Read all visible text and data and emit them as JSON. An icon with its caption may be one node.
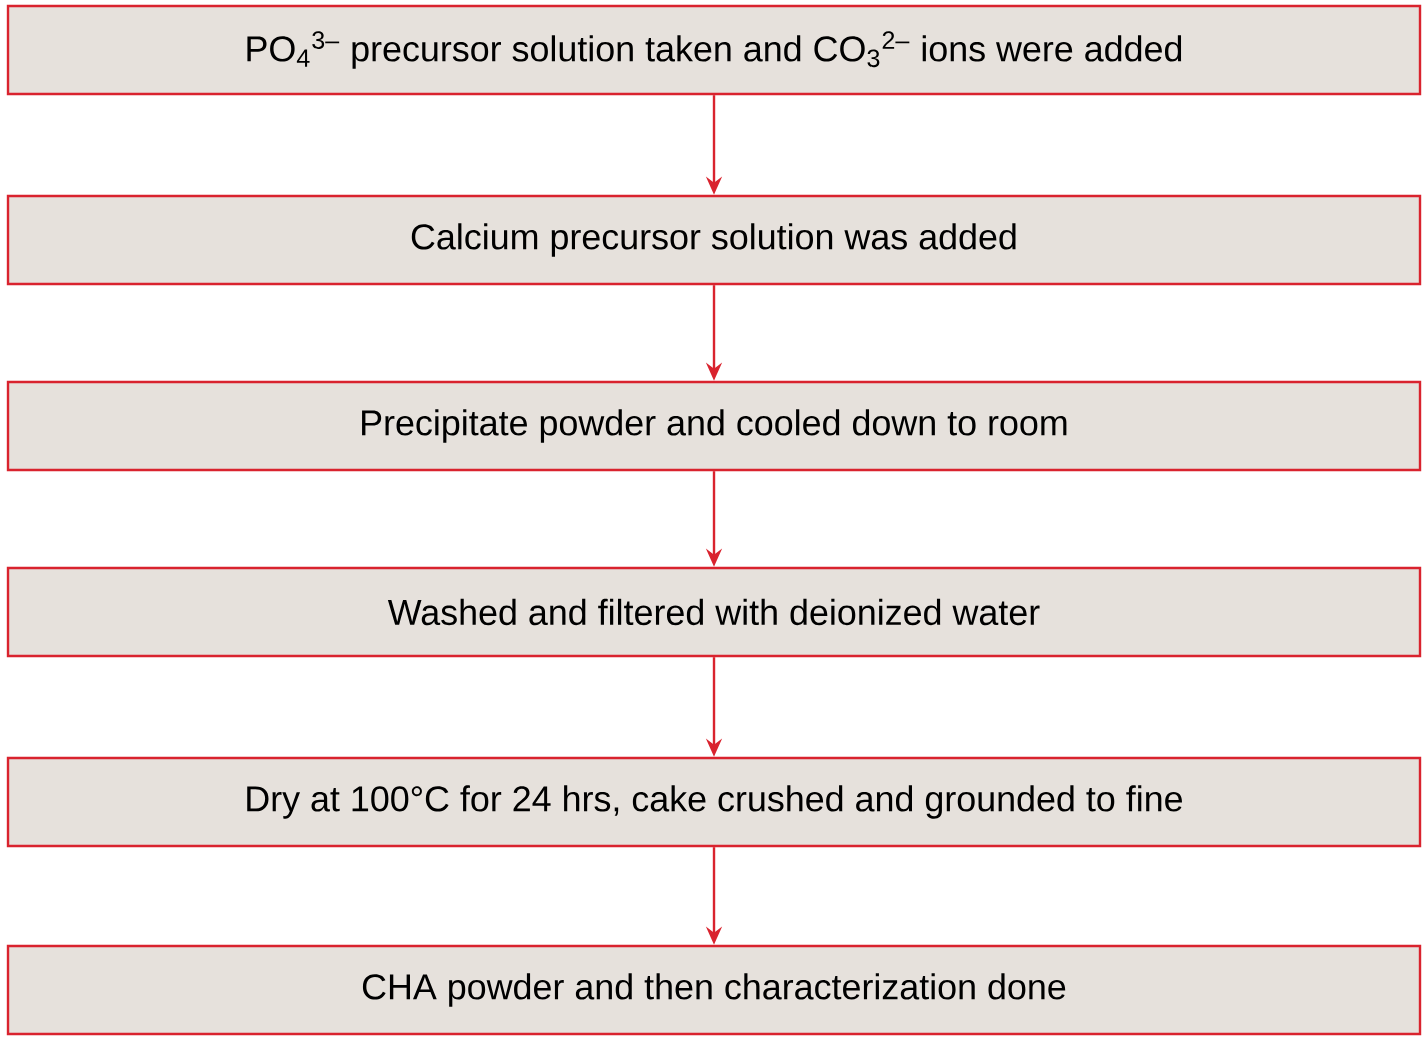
{
  "diagram": {
    "nodes": [
      {
        "text": [
          "PO$_{4}$$^{3–}$ precursor solution taken and CO$_{3}$$^{2–}$ ions were added"
        ]
      },
      {
        "text": [
          "Calcium precursor solution was added"
        ]
      },
      {
        "text": [
          "Precipitate powder and cooled down to room"
        ]
      },
      {
        "text": [
          "Washed and filtered with deionized water"
        ]
      },
      {
        "text": [
          "Dry at 100°C for 24 hrs, cake crushed and grounded to fine"
        ]
      },
      {
        "text": [
          "CHA powder and then characterization done"
        ]
      }
    ],
    "edges": [
      {
        "from": 0,
        "to": 1,
        "arrow": "to"
      },
      {
        "from": 1,
        "to": 2,
        "arrow": "to"
      },
      {
        "from": 2,
        "to": 3,
        "arrow": "to"
      },
      {
        "from": 3,
        "to": 4,
        "arrow": "to"
      },
      {
        "from": 4,
        "to": 5,
        "arrow": "to"
      }
    ]
  }
}
